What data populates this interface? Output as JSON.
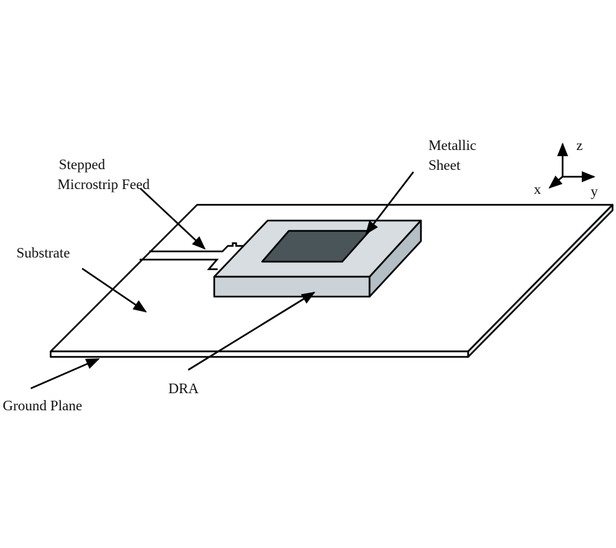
{
  "labels": {
    "stepped_feed_line1": "Stepped",
    "stepped_feed_line2": "Microstrip Feed",
    "metallic_line1": "Metallic",
    "metallic_line2": "Sheet",
    "substrate": "Substrate",
    "dra": "DRA",
    "ground_plane": "Ground Plane"
  },
  "axes": {
    "x": "x",
    "y": "y",
    "z": "z"
  },
  "colors": {
    "dra_top": "#d8dde1",
    "dra_front": "#ccd3d8",
    "dra_side": "#b3bec5",
    "metal": "#4a555a",
    "substrate_edge": "#e6eaec"
  }
}
